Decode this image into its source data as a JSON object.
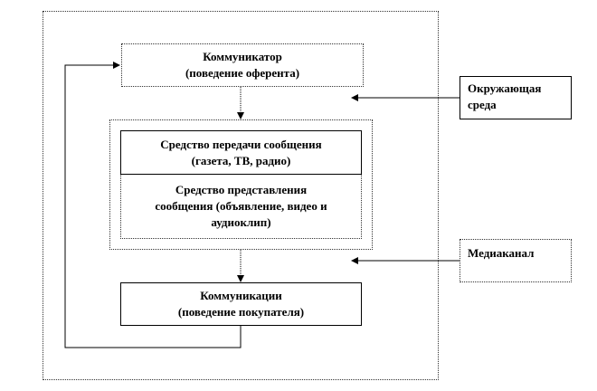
{
  "communicator": {
    "title": "Коммуникатор",
    "subtitle": "(поведение оферента)"
  },
  "media": {
    "transmission": {
      "line1": "Средство передачи сообщения",
      "line2": "(газета, ТВ, радио)"
    },
    "presentation": {
      "line1": "Средство представления",
      "line2": "сообщения (объявление, видео и",
      "line3": "аудиоклип)"
    }
  },
  "communications": {
    "title": "Коммуникации",
    "subtitle": "(поведение покупателя)"
  },
  "environment": {
    "line1": "Окружающая",
    "line2": "среда"
  },
  "mediachannel": {
    "label": "Медиаканал"
  }
}
